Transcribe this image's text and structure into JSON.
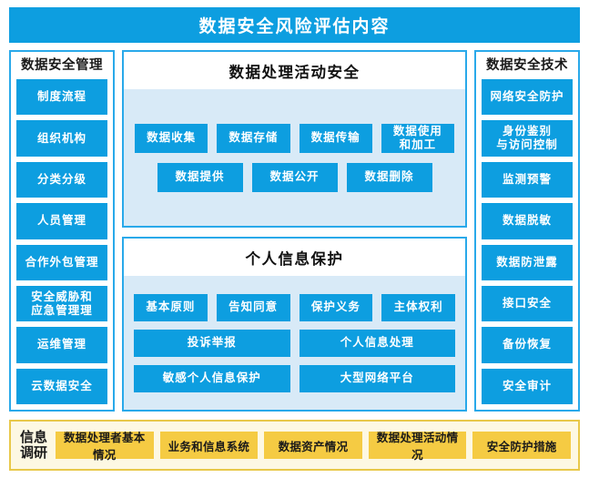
{
  "header": {
    "title": "数据安全风险评估内容",
    "bg_color": "#0d9ee0",
    "text_color": "#ffffff"
  },
  "theme": {
    "accent_blue": "#0d9ee0",
    "border_blue": "#29a9ea",
    "panel_inner_blue": "#d8eaf7",
    "survey_yellow": "#f5cb43",
    "survey_bg": "#fdf8e3",
    "survey_border": "#e8c84a"
  },
  "left_column": {
    "title": "数据安全管理",
    "items": [
      {
        "label": "制度流程"
      },
      {
        "label": "组织机构"
      },
      {
        "label": "分类分级"
      },
      {
        "label": "人员管理"
      },
      {
        "label": "合作外包管理"
      },
      {
        "label": "安全威胁和\n应急管理理"
      },
      {
        "label": "运维管理"
      },
      {
        "label": "云数据安全"
      }
    ]
  },
  "right_column": {
    "title": "数据安全技术",
    "items": [
      {
        "label": "网络安全防护"
      },
      {
        "label": "身份鉴别\n与访问控制"
      },
      {
        "label": "监测预警"
      },
      {
        "label": "数据脱敏"
      },
      {
        "label": "数据防泄露"
      },
      {
        "label": "接口安全"
      },
      {
        "label": "备份恢复"
      },
      {
        "label": "安全审计"
      }
    ]
  },
  "center": {
    "panels": [
      {
        "title": "数据处理活动安全",
        "rows": [
          {
            "items": [
              "数据收集",
              "数据存储",
              "数据传输",
              "数据使用和加工"
            ]
          },
          {
            "items": [
              "数据提供",
              "数据公开",
              "数据删除"
            ]
          }
        ]
      },
      {
        "title": "个人信息保护",
        "rows": [
          {
            "items": [
              "基本原则",
              "告知同意",
              "保护义务",
              "主体权利"
            ]
          },
          {
            "items": [
              "投诉举报",
              "个人信息处理"
            ]
          },
          {
            "items": [
              "敏感个人信息保护",
              "大型网络平台"
            ]
          }
        ]
      }
    ]
  },
  "survey": {
    "label": "信息\n调研",
    "items": [
      {
        "label": "数据处理者基本情况"
      },
      {
        "label": "业务和信息系统"
      },
      {
        "label": "数据资产情况"
      },
      {
        "label": "数据处理活动情况"
      },
      {
        "label": "安全防护措施"
      }
    ]
  }
}
